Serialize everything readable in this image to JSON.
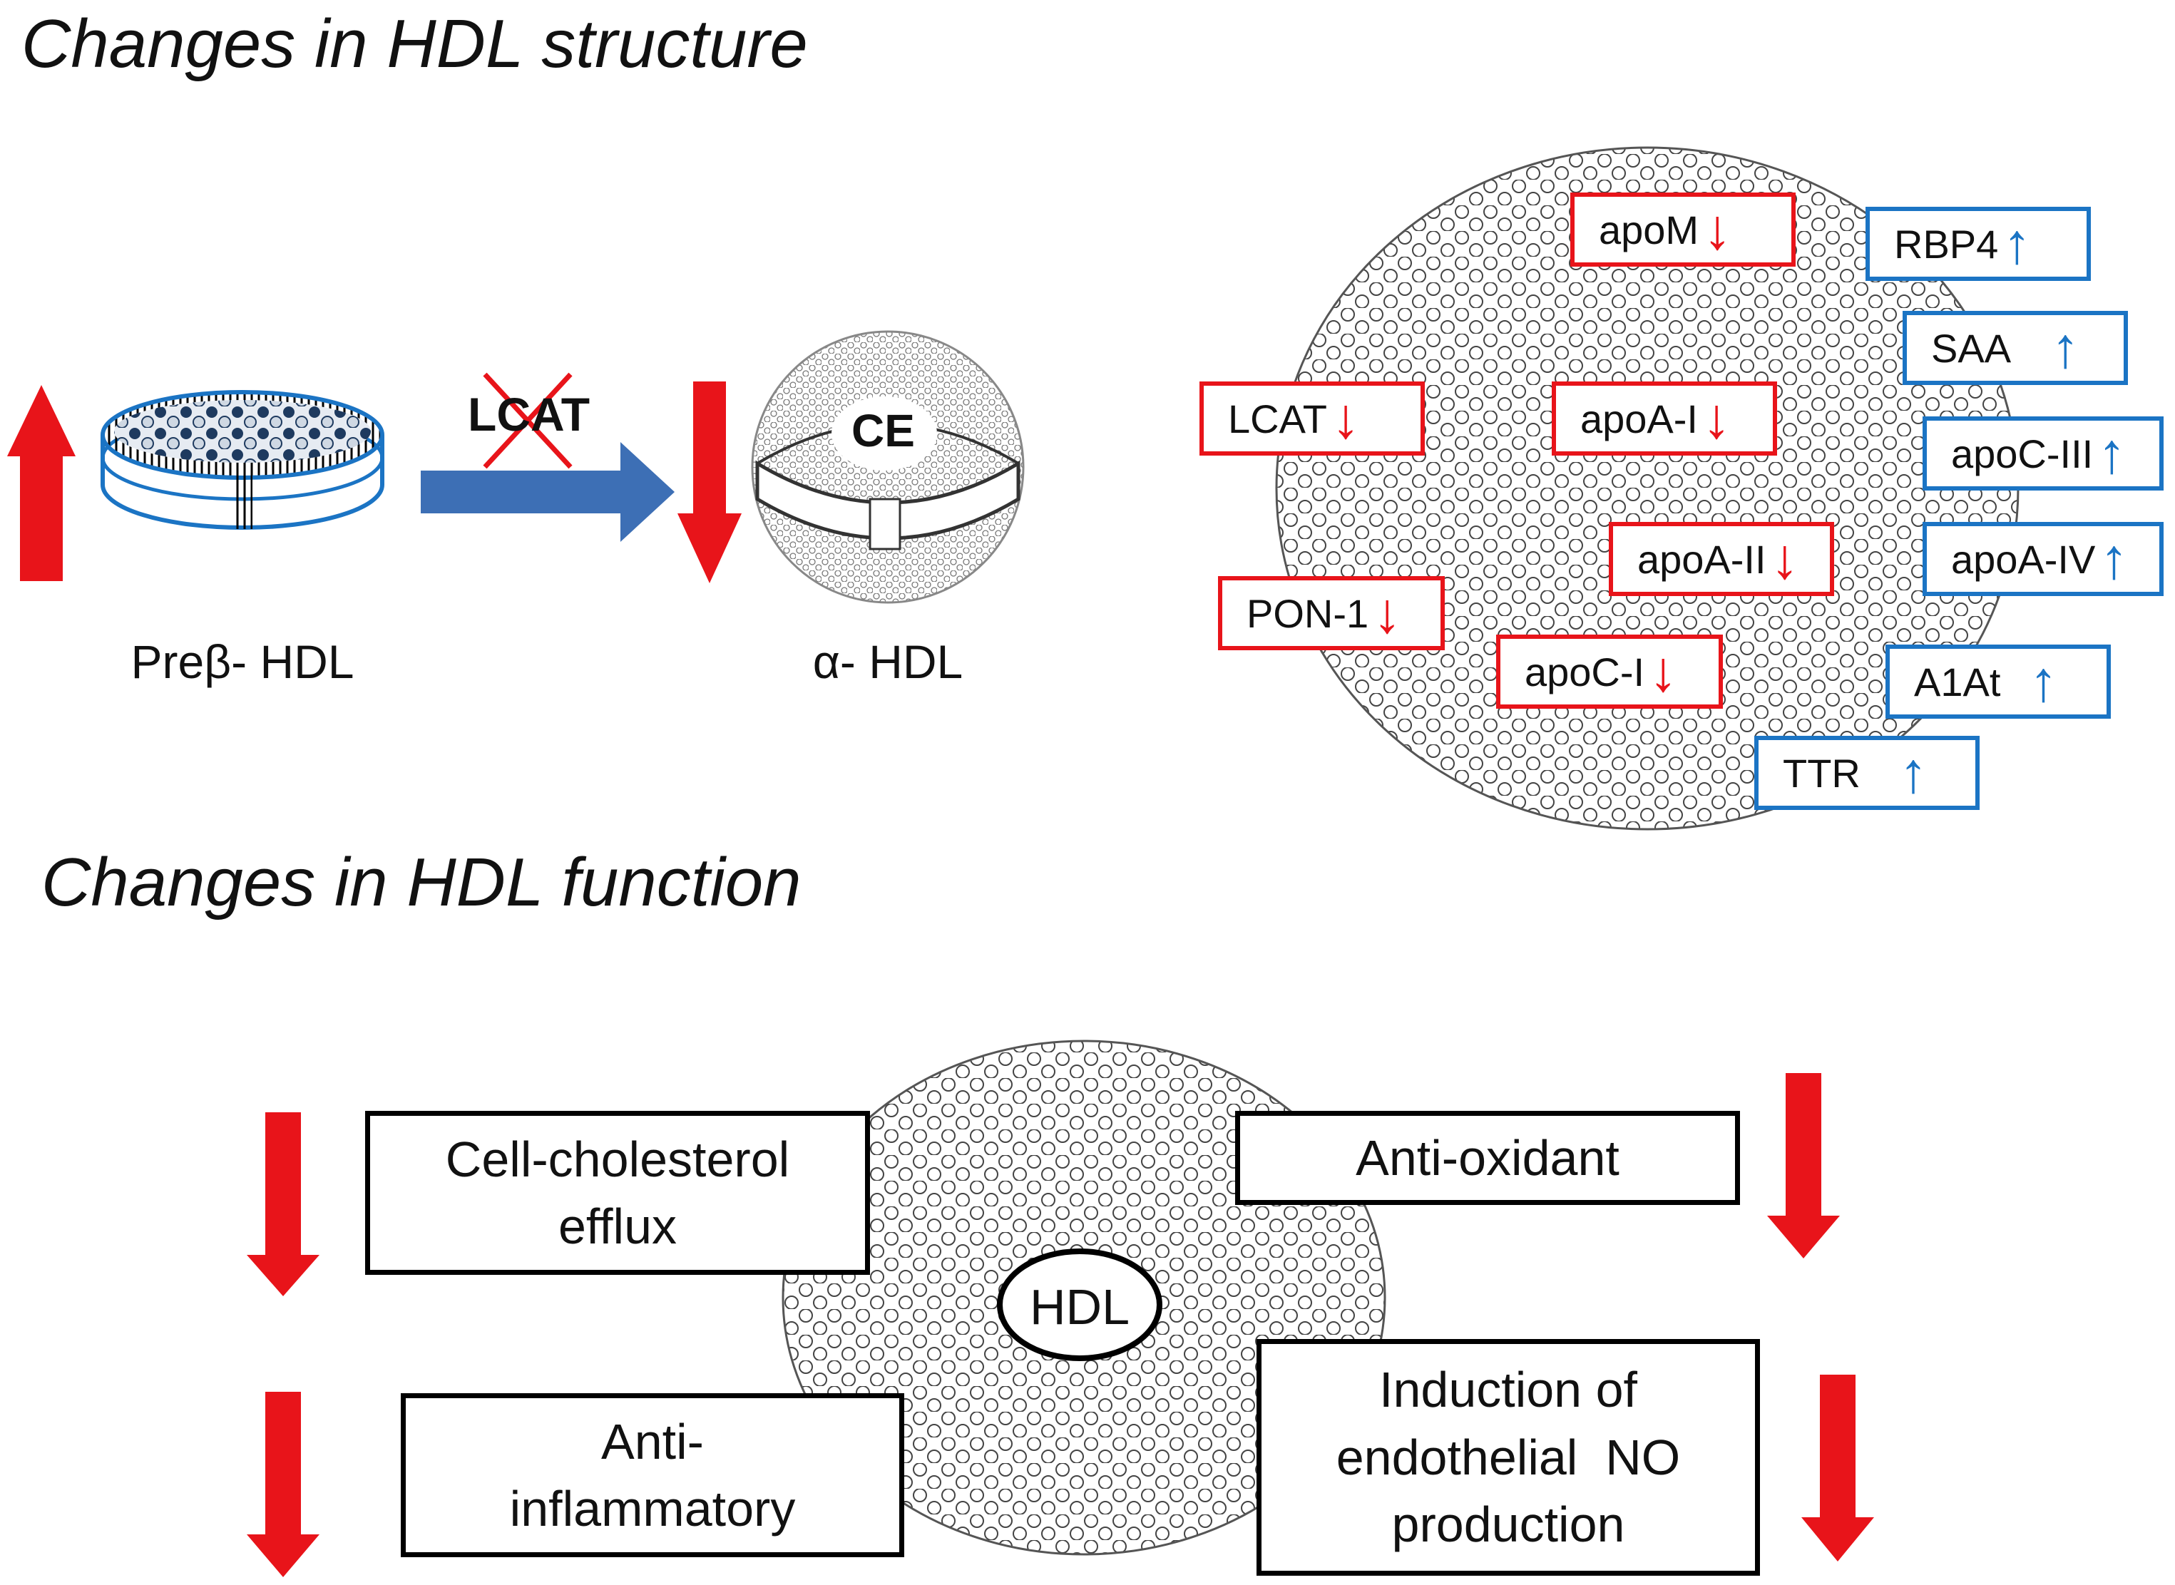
{
  "headings": {
    "structure": "Changes in HDL structure",
    "function": "Changes in HDL function"
  },
  "structure_panel": {
    "lcat_label": "LCAT",
    "preb_label": "Preβ- HDL",
    "alpha_label": "α- HDL",
    "core_label": "CE"
  },
  "proteins": {
    "decreased": [
      {
        "name": "apoM",
        "arrow": "↓"
      },
      {
        "name": "LCAT",
        "arrow": "↓"
      },
      {
        "name": "apoA-I",
        "arrow": "↓"
      },
      {
        "name": "apoA-II",
        "arrow": "↓"
      },
      {
        "name": "PON-1",
        "arrow": "↓"
      },
      {
        "name": "apoC-I",
        "arrow": "↓"
      }
    ],
    "increased": [
      {
        "name": "RBP4",
        "arrow": "↑"
      },
      {
        "name": "SAA",
        "arrow": "↑"
      },
      {
        "name": "apoC-III",
        "arrow": "↑"
      },
      {
        "name": "apoA-IV",
        "arrow": "↑"
      },
      {
        "name": "A1At",
        "arrow": "↑"
      },
      {
        "name": "TTR",
        "arrow": "↑"
      }
    ]
  },
  "function_panel": {
    "center_label": "HDL",
    "functions": [
      {
        "lines": [
          "Cell-cholesterol",
          "efflux"
        ],
        "change": "decreased"
      },
      {
        "lines": [
          "Anti-oxidant"
        ],
        "change": "decreased"
      },
      {
        "lines": [
          "Anti-",
          "inflammatory"
        ],
        "change": "decreased"
      },
      {
        "lines": [
          "Induction of",
          "endothelial  NO",
          "production"
        ],
        "change": "decreased"
      }
    ]
  },
  "colors": {
    "decrease": "#e8141a",
    "increase": "#1b74c4",
    "arrow_blue": "#3d6fb5",
    "particle_navy": "#1e3a5f"
  }
}
